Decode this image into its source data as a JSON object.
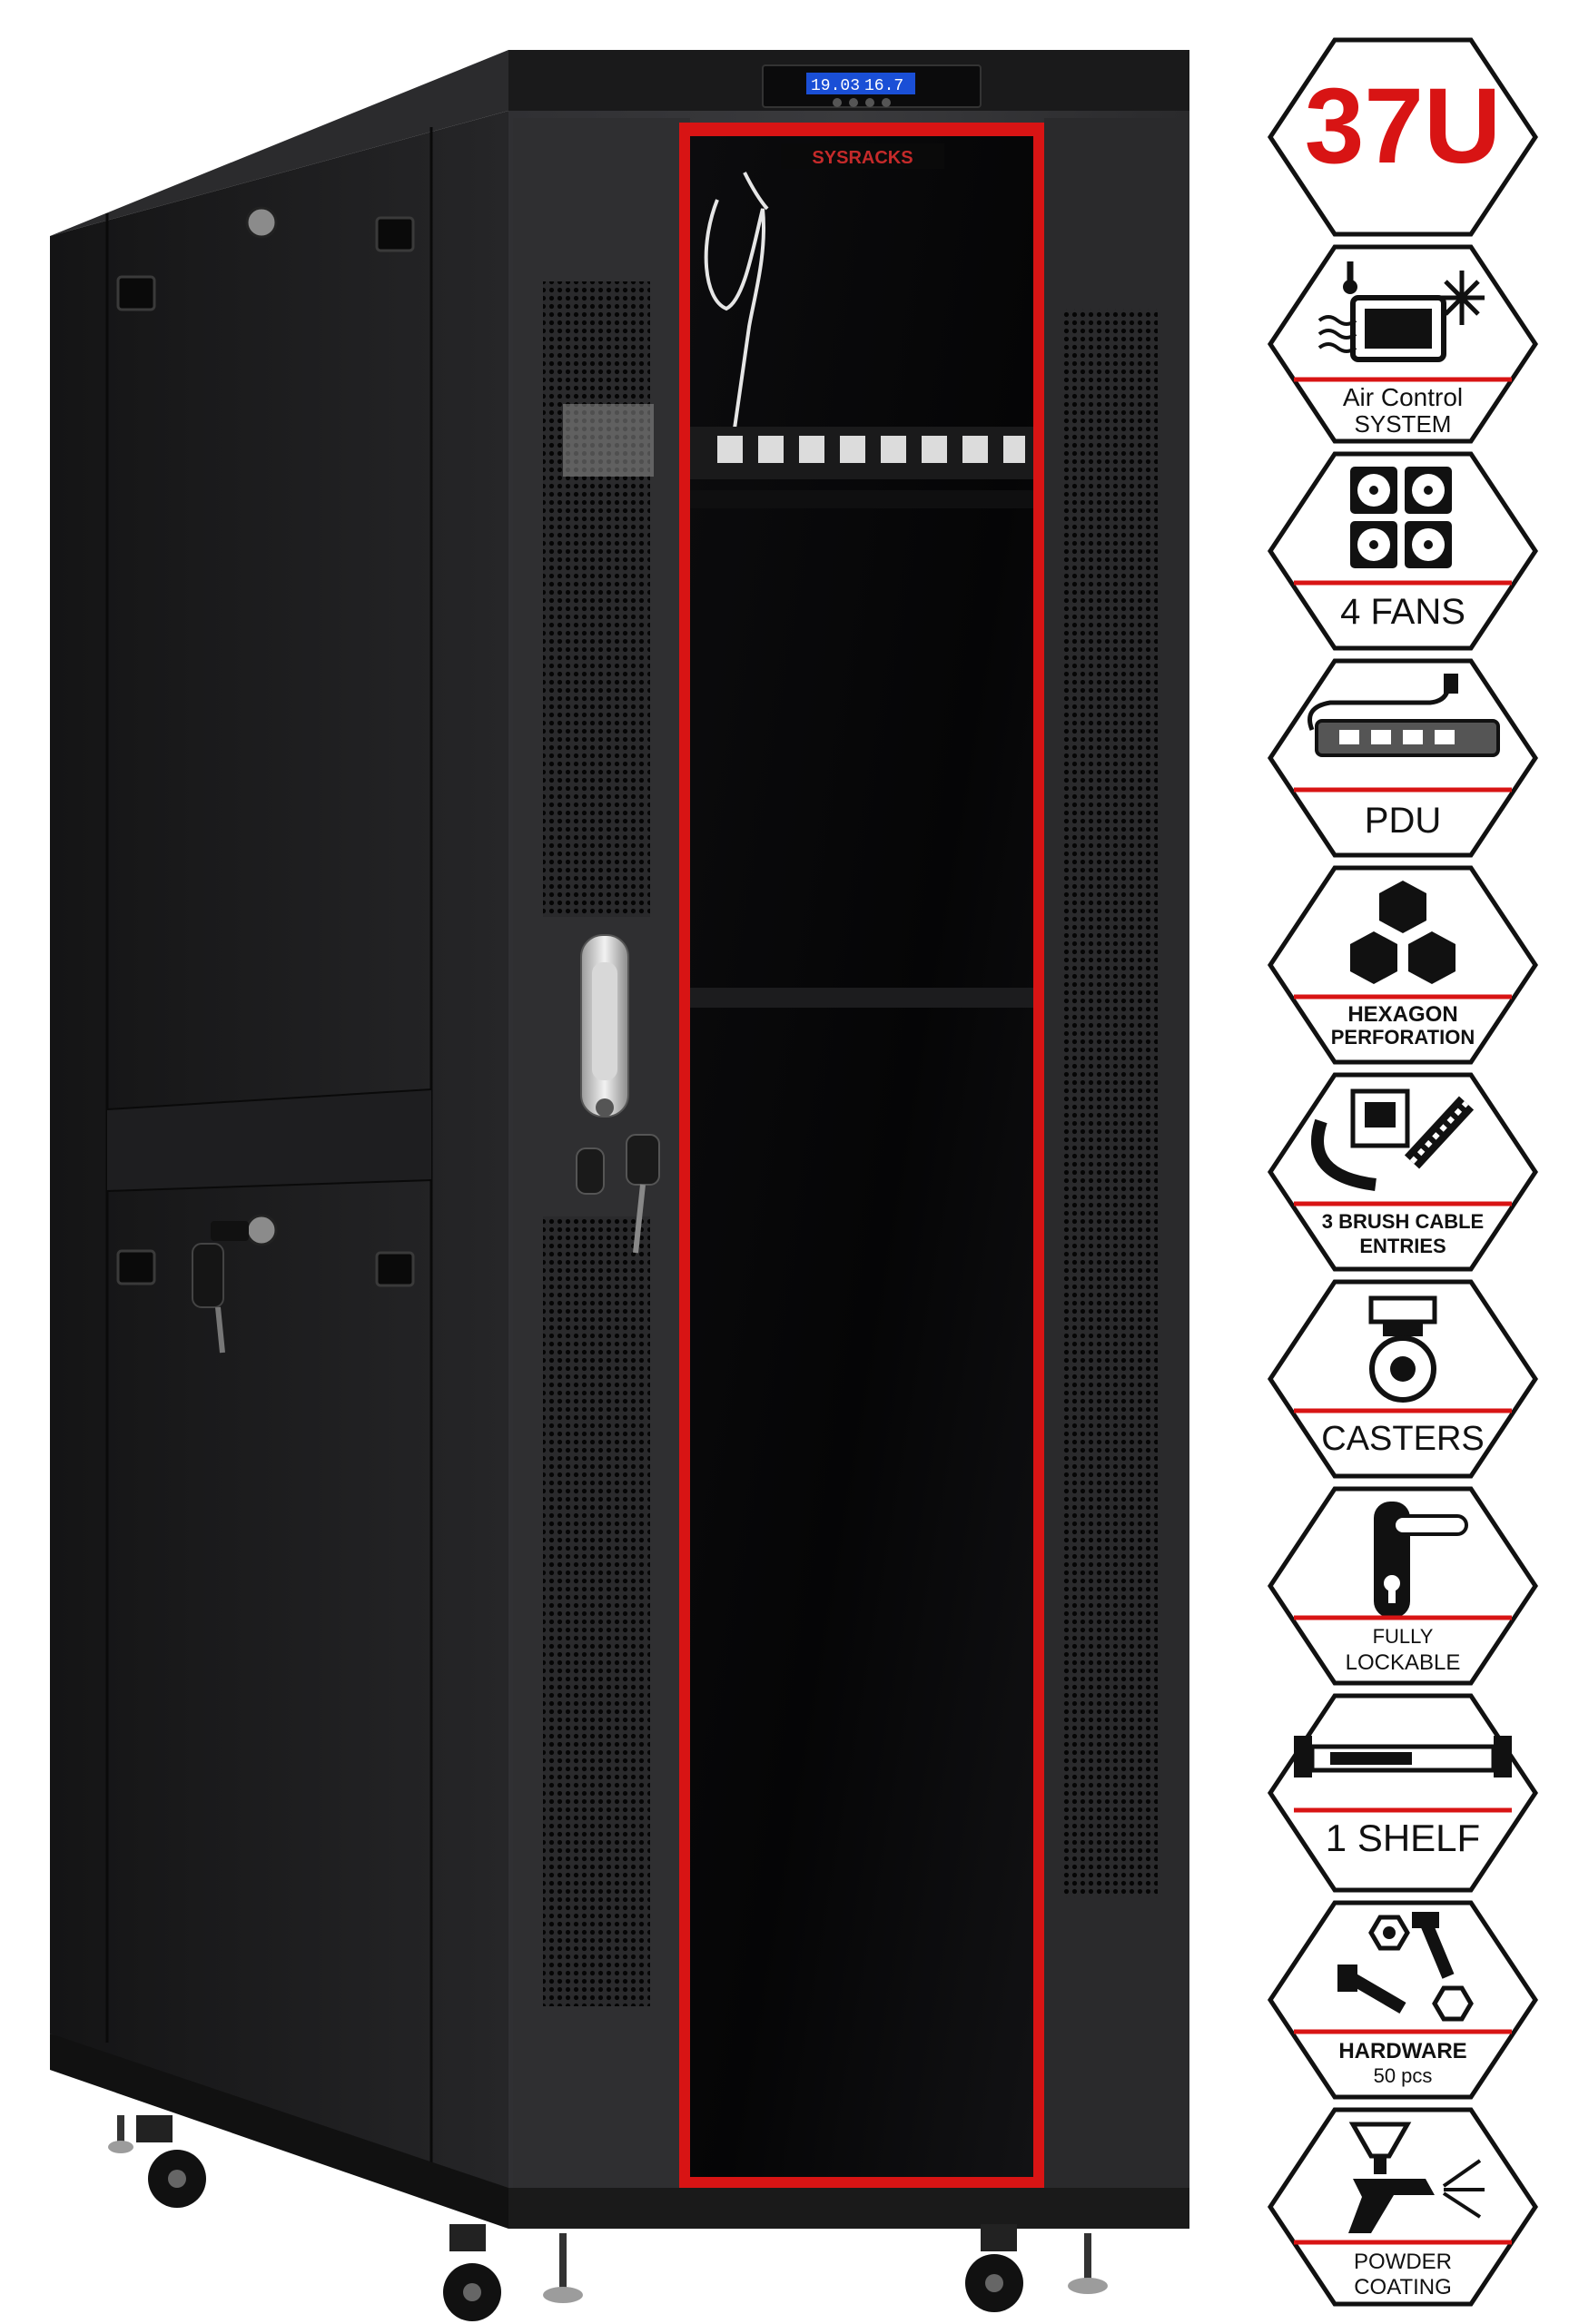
{
  "product": {
    "brand_logo": "SYSRACKS",
    "display_readouts": [
      "19.03",
      "16.7"
    ]
  },
  "features": [
    {
      "icon": "capacity-icon",
      "label": "37U",
      "accent": "#d81414"
    },
    {
      "icon": "air-control-icon",
      "label_line1": "Air Control",
      "label_line2": "SYSTEM"
    },
    {
      "icon": "fans-icon",
      "label_line1": "4 FANS",
      "label_line2": ""
    },
    {
      "icon": "pdu-icon",
      "label_line1": "PDU",
      "label_line2": ""
    },
    {
      "icon": "hexagon-perforation-icon",
      "label_line1": "HEXAGON",
      "label_line2": "PERFORATION"
    },
    {
      "icon": "brush-cable-icon",
      "label_line1": "3 BRUSH CABLE",
      "label_line2": "ENTRIES"
    },
    {
      "icon": "casters-icon",
      "label_line1": "CASTERS",
      "label_line2": ""
    },
    {
      "icon": "lock-handle-icon",
      "label_line1": "FULLY",
      "label_line2": "LOCKABLE"
    },
    {
      "icon": "shelf-icon",
      "label_line1": "1 SHELF",
      "label_line2": ""
    },
    {
      "icon": "hardware-icon",
      "label_line1": "HARDWARE",
      "label_line2": "50 pcs"
    },
    {
      "icon": "powder-coating-icon",
      "label_line1": "POWDER",
      "label_line2": "COATING"
    }
  ],
  "colors": {
    "cabinet": "#1c1c1e",
    "accent_red": "#d81414",
    "display_blue": "#1a4fd6"
  }
}
